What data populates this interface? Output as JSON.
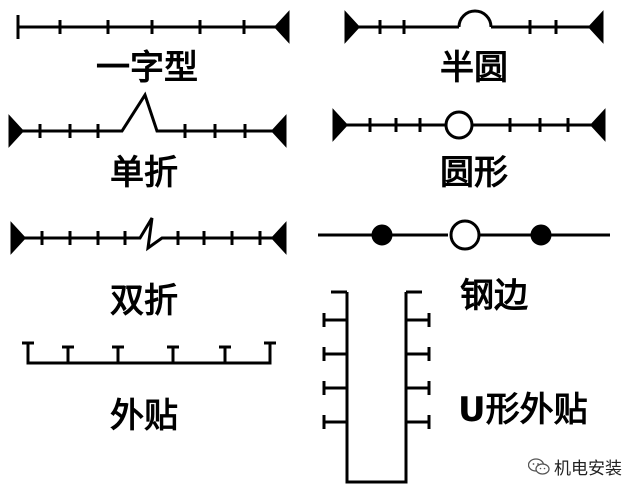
{
  "colors": {
    "line": "#000000",
    "background": "#ffffff"
  },
  "labels": {
    "straight": "一字型",
    "semicircle": "半圆",
    "single_fold": "单折",
    "circle": "圆形",
    "double_fold": "双折",
    "steel_edge": "钢边",
    "external": "外贴",
    "u_external": "U形外贴"
  },
  "watermark": {
    "icon": "wechat-icon",
    "text": "机电安装"
  }
}
